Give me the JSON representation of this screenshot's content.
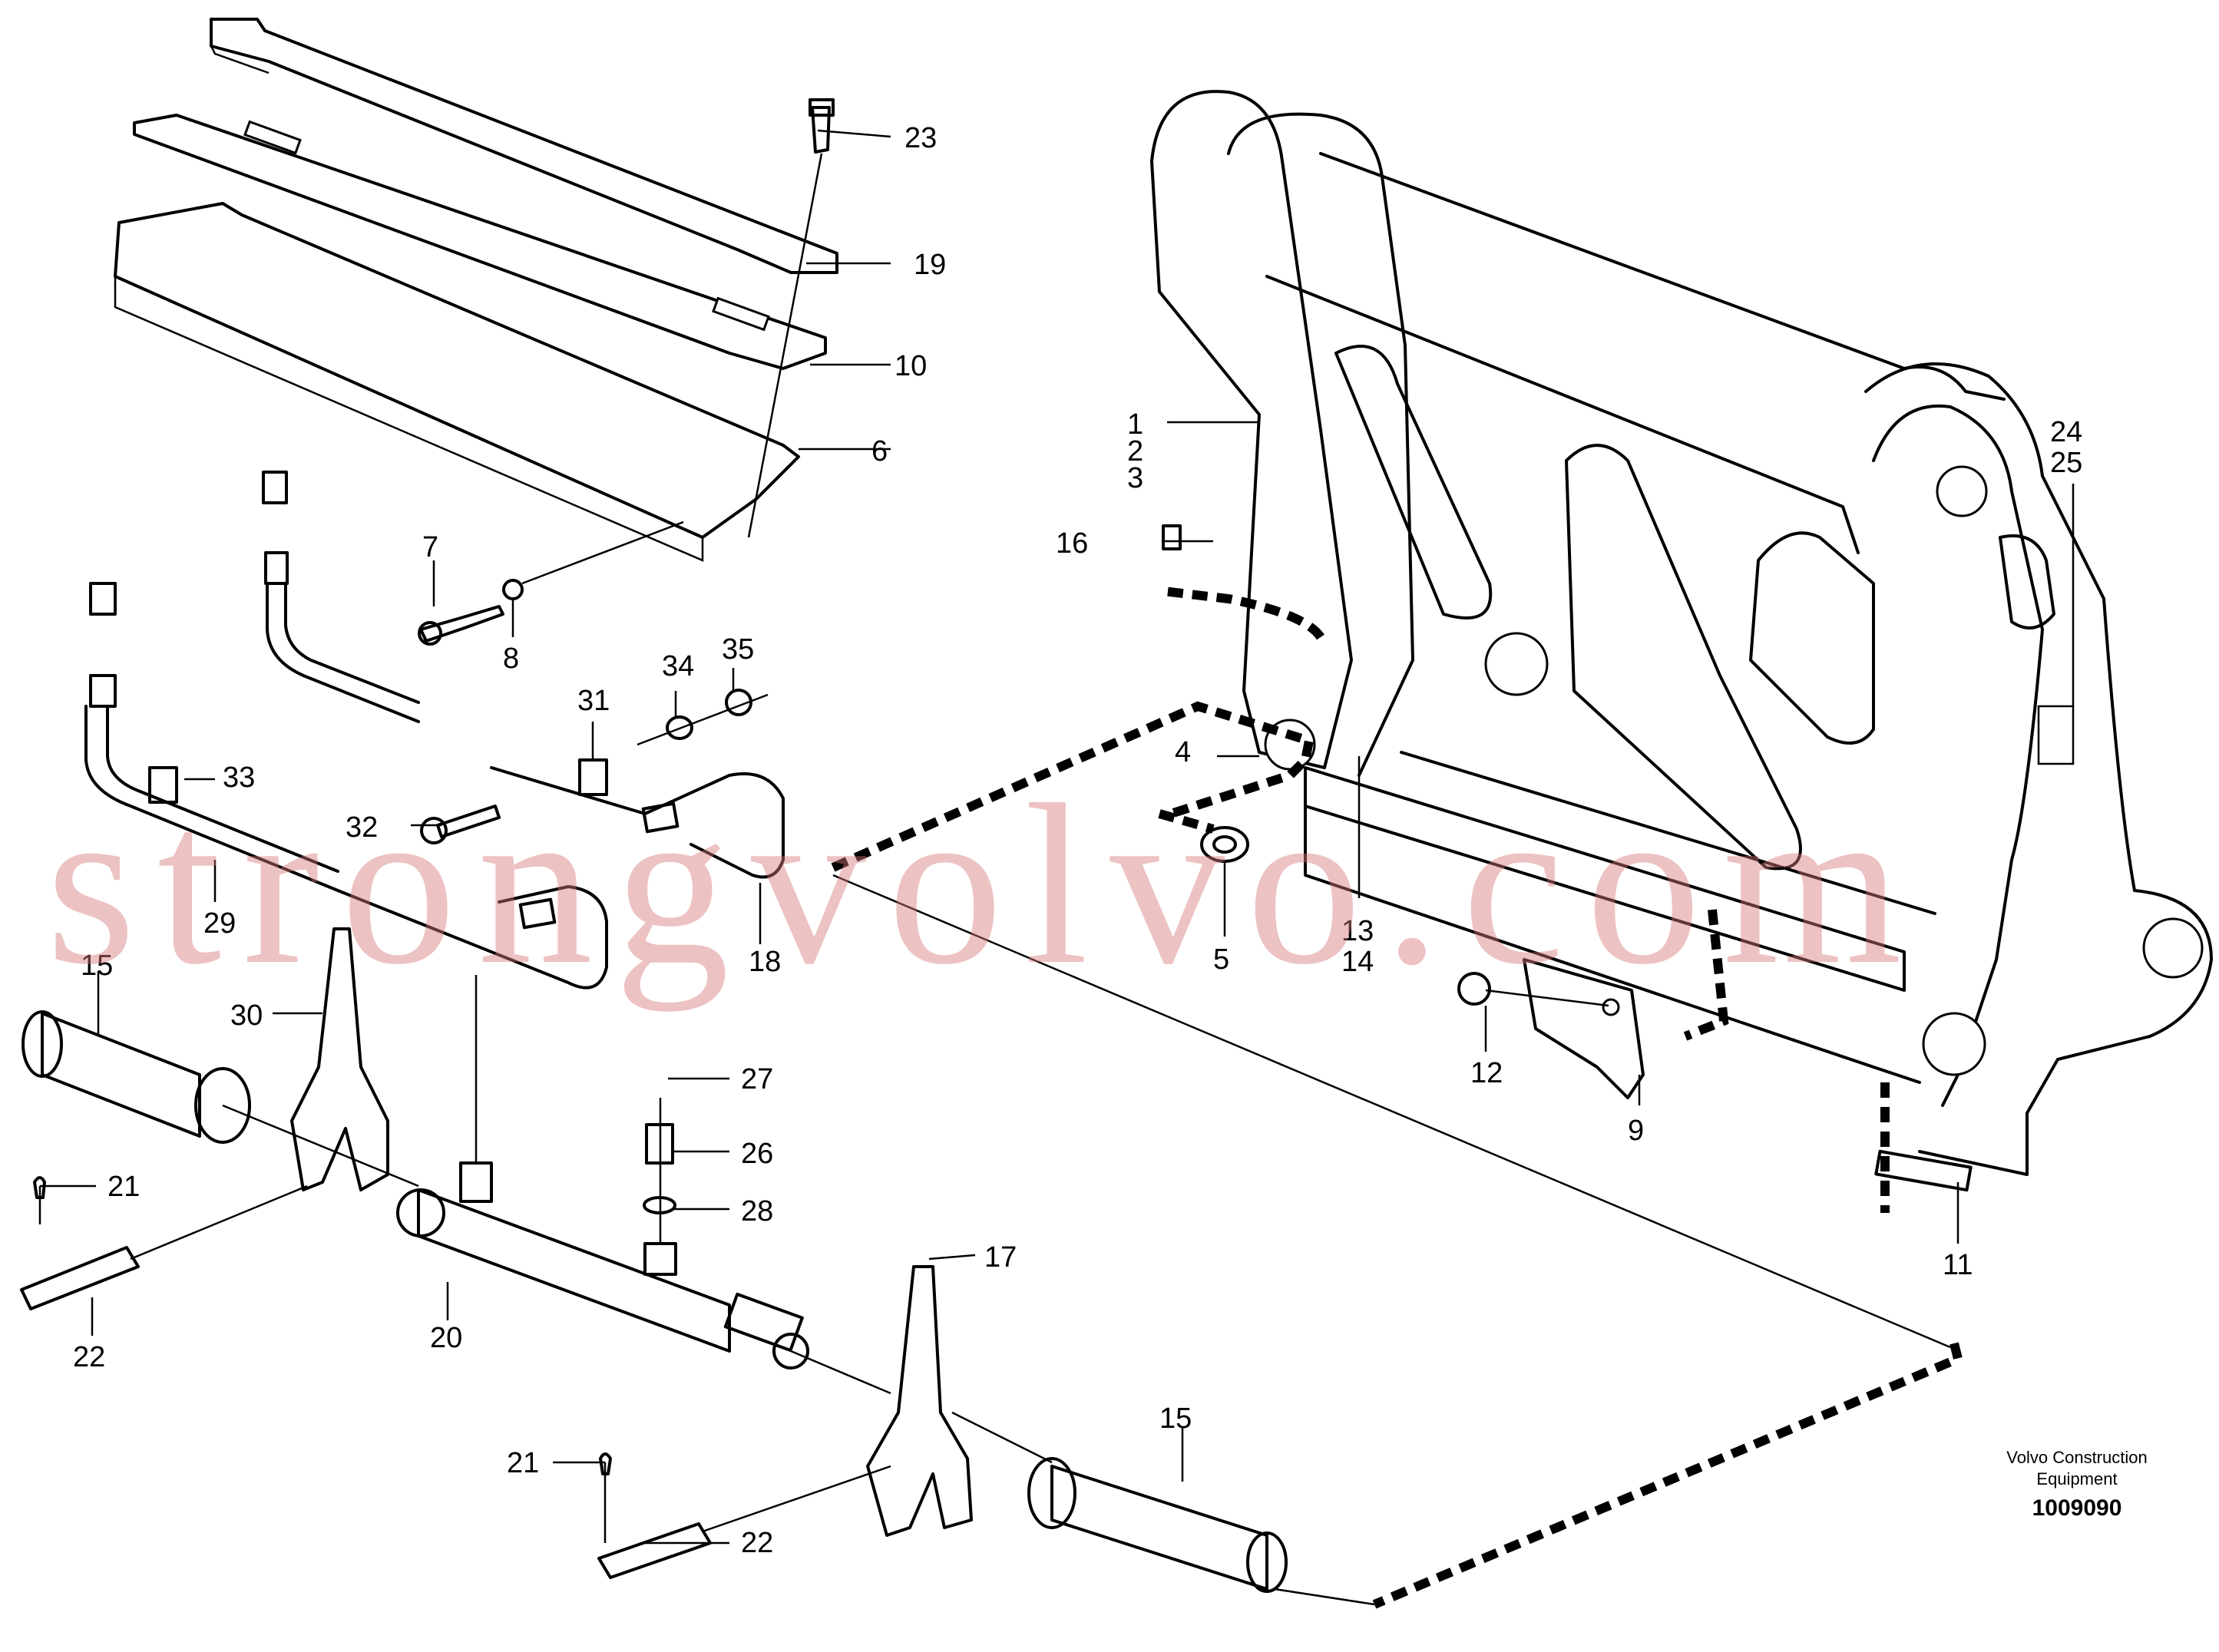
{
  "callouts": {
    "c1": "1",
    "c2": "2",
    "c3": "3",
    "c4": "4",
    "c5": "5",
    "c6": "6",
    "c7": "7",
    "c8": "8",
    "c9": "9",
    "c10": "10",
    "c11": "11",
    "c12": "12",
    "c13": "13",
    "c14": "14",
    "c15a": "15",
    "c15b": "15",
    "c16": "16",
    "c17": "17",
    "c18": "18",
    "c19": "19",
    "c20": "20",
    "c21a": "21",
    "c21b": "21",
    "c22a": "22",
    "c22b": "22",
    "c23": "23",
    "c24": "24",
    "c25": "25",
    "c26": "26",
    "c27": "27",
    "c28": "28",
    "c29": "29",
    "c30": "30",
    "c31": "31",
    "c32": "32",
    "c33": "33",
    "c34": "34",
    "c35": "35"
  },
  "caption": {
    "brand_line1": "Volvo Construction",
    "brand_line2": "Equipment",
    "doc_number": "1009090"
  },
  "watermark": "strongvolvo.com"
}
